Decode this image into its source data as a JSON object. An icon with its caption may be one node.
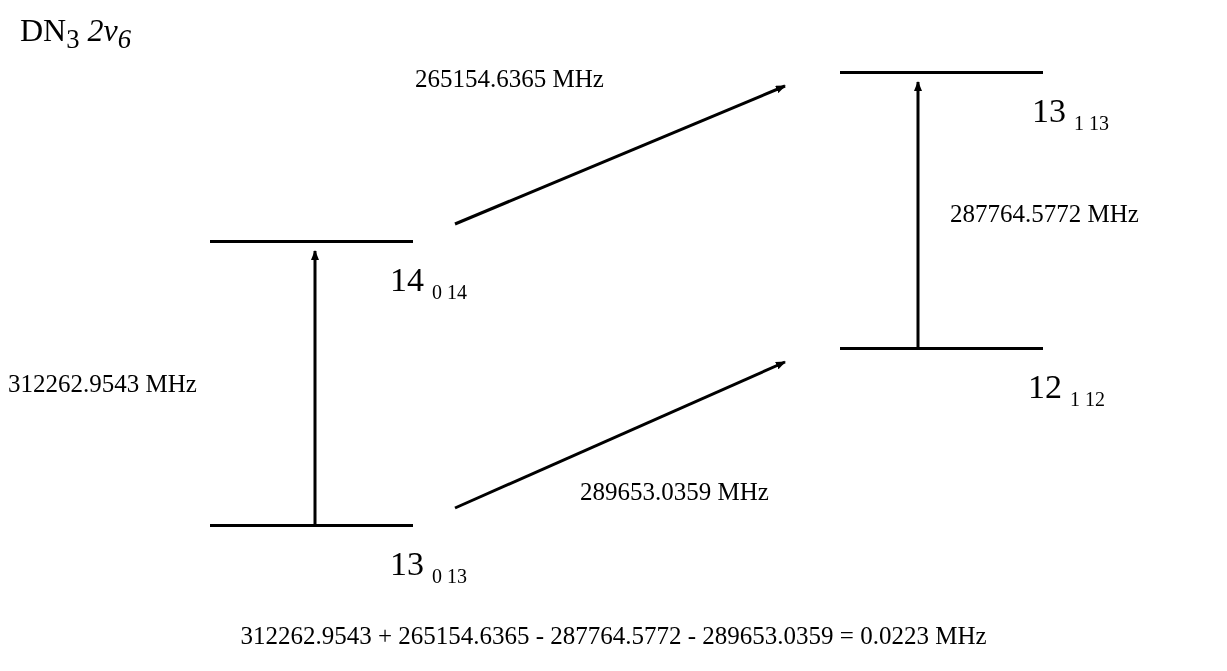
{
  "diagram": {
    "title": "DN$_{3}$ *2v$_{6}$*",
    "caption": "312262.9543 + 265154.6365 - 287764.5772 - 289653.0359 =  0.0223 MHz",
    "nodes": [
      {
        "text": [
          "13$_{1 13}$"
        ]
      },
      {
        "text": [
          "14$_{0 14}$"
        ]
      },
      {
        "text": [
          "12$_{1 12}$"
        ]
      },
      {
        "text": [
          "13$_{0 13}$"
        ]
      }
    ],
    "edges": [
      {
        "from": 3,
        "to": 1,
        "arrow": "to",
        "label": "312262.9543 MHz"
      },
      {
        "from": 1,
        "to": 0,
        "arrow": "to",
        "label": "265154.6365 MHz"
      },
      {
        "from": 2,
        "to": 0,
        "arrow": "to",
        "label": "287764.5772 MHz"
      },
      {
        "from": 3,
        "to": 2,
        "arrow": "to",
        "label": "289653.0359 MHz"
      }
    ]
  }
}
